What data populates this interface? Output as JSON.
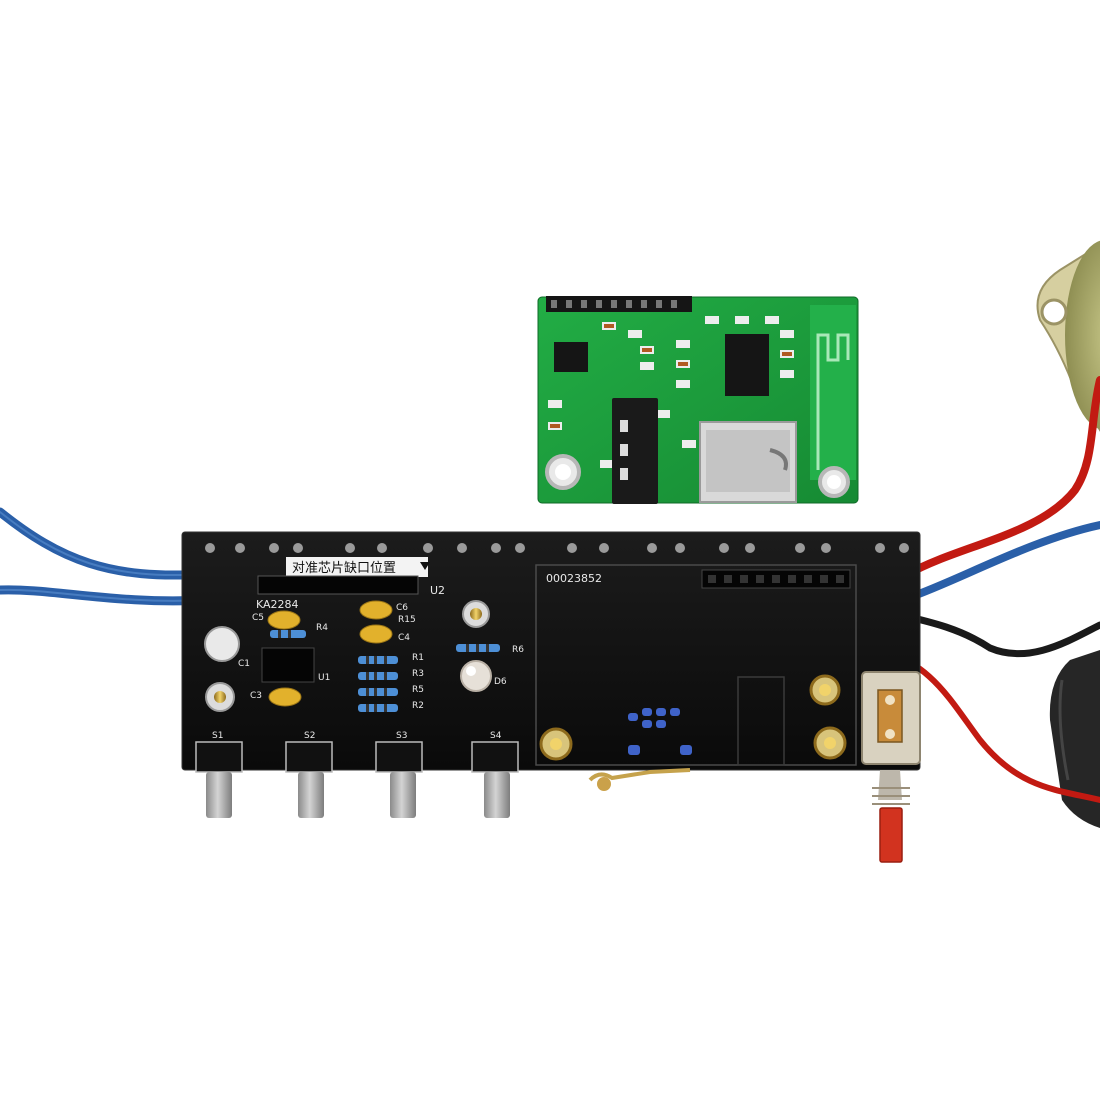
{
  "board": {
    "serial": "00023852",
    "align_note": "对准芯片缺口位置",
    "ic_label": "KA2284",
    "chip_ref": "U2"
  },
  "labels": {
    "components": [
      "C5",
      "R4",
      "C6",
      "R15",
      "C4",
      "C1",
      "U1",
      "C3",
      "R1",
      "R3",
      "R5",
      "R2",
      "R6",
      "D6"
    ],
    "switches": [
      "S1",
      "S2",
      "S3",
      "S4"
    ]
  },
  "colors": {
    "pcb_black": "#111111",
    "pcb_green": "#1a9a3a",
    "wire_blue": "#2a5fa8",
    "wire_red": "#c21a12",
    "wire_black": "#1a1a1a"
  },
  "icons": [
    "wire",
    "capacitor",
    "resistor",
    "led",
    "tactile-switch",
    "pin-header",
    "audio-jack",
    "sd-card-slot",
    "bluetooth-antenna",
    "power-switch",
    "speaker"
  ]
}
